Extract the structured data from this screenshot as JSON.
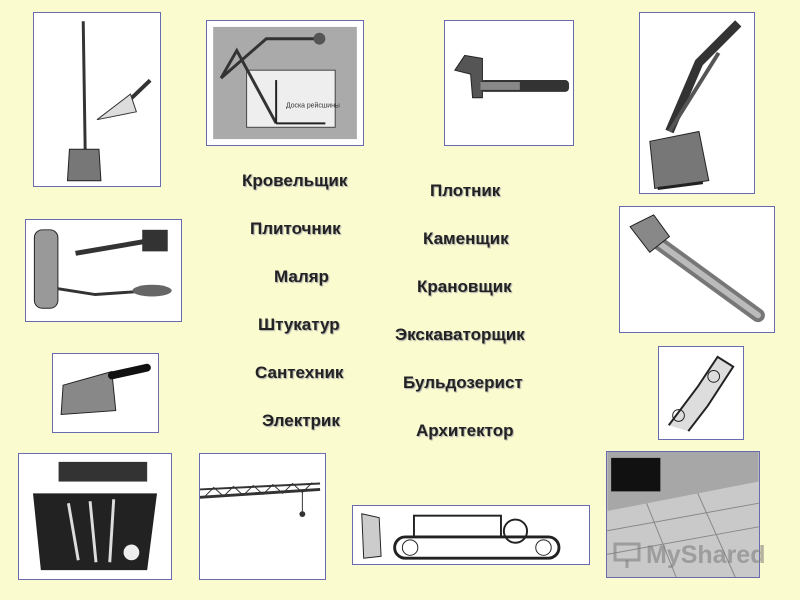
{
  "professions_left": [
    "Кровельщик",
    "Плиточник",
    "Маляр",
    "Штукатур",
    "Сантехник",
    "Электрик"
  ],
  "professions_right": [
    "Плотник",
    "Каменщик",
    "Крановщик",
    "Экскаваторщик",
    "Бульдозерист",
    "Архитектор"
  ],
  "drawing_caption": "Доска рейсшины",
  "watermark": "MyShared",
  "images": [
    {
      "icon": "trowel-shovel-icon"
    },
    {
      "icon": "drafting-machine-icon"
    },
    {
      "icon": "hammer-icon"
    },
    {
      "icon": "excavator-bucket-icon"
    },
    {
      "icon": "roller-brush-icon"
    },
    {
      "icon": "wrench-icon"
    },
    {
      "icon": "spatula-icon"
    },
    {
      "icon": "pipe-tool-icon"
    },
    {
      "icon": "electrician-toolbox-icon"
    },
    {
      "icon": "tower-crane-icon"
    },
    {
      "icon": "bulldozer-icon"
    },
    {
      "icon": "tiled-floor-icon"
    }
  ],
  "colors": {
    "background": "#fbfbd0",
    "card_border": "#6a6ab0",
    "text": "#222222"
  }
}
